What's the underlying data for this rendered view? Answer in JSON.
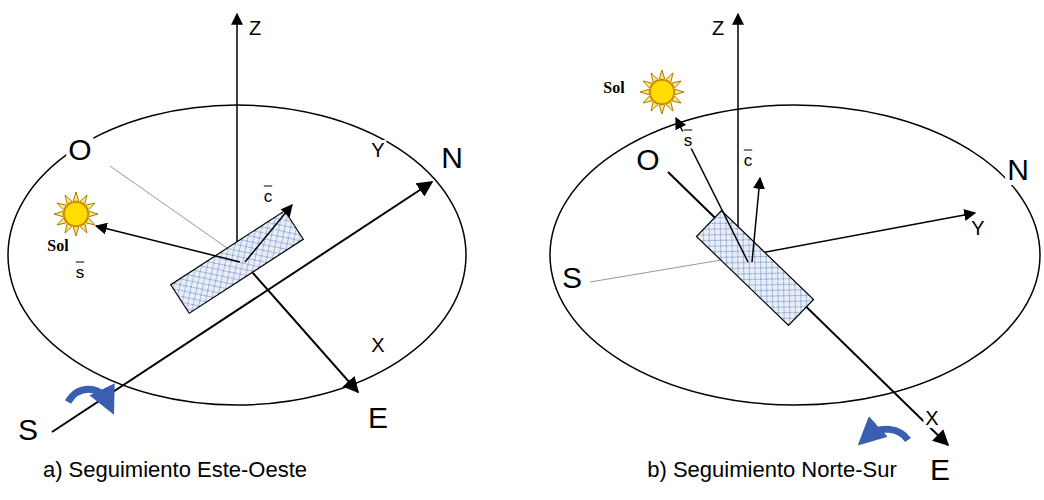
{
  "diagram": {
    "labels": [
      "Z",
      "O",
      "N",
      "Y",
      "c",
      "Sol",
      "s",
      "S",
      "X",
      "E",
      "a) Seguimiento Este-Oeste",
      "Z",
      "Sol",
      "s",
      "c",
      "O",
      "N",
      "Y",
      "S",
      "X",
      "E",
      "b) Seguimiento Norte-Sur"
    ]
  }
}
